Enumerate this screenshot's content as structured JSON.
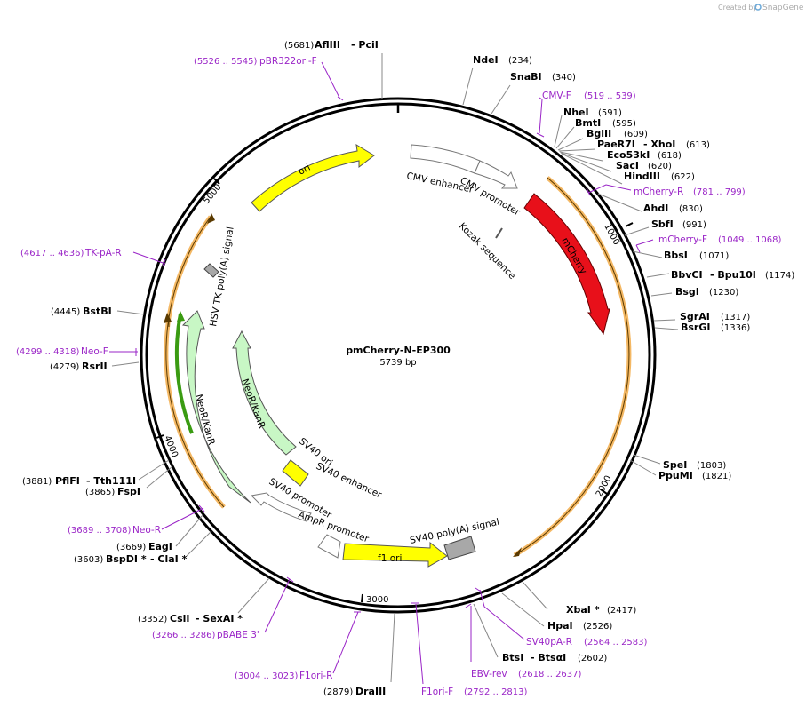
{
  "credit": {
    "created_by": "Created by",
    "brand": "SnapGene"
  },
  "plasmid": {
    "name": "pmCherry-N-EP300",
    "size": "5739 bp"
  },
  "ticks": [
    "1000",
    "2000",
    "3000",
    "4000",
    "5000"
  ],
  "features": {
    "ori": "ori",
    "cmv_enhancer": "CMV enhancer",
    "cmv_promoter": "CMV promoter",
    "kozak": "Kozak sequence",
    "mcherry": "mCherry",
    "hsv_polya": "HSV TK poly(A) signal",
    "neor_outer": "NeoR/KanR",
    "neor_inner": "NeoR/KanR",
    "sv40_ori": "SV40 ori",
    "sv40_enhancer": "SV40 enhancer",
    "sv40_promoter": "SV40 promoter",
    "ampr_promoter": "AmpR promoter",
    "f1_ori": "f1 ori",
    "sv40_polya": "SV40 poly(A) signal"
  },
  "sites": {
    "afliii": {
      "pos": "(5681)",
      "name": "AflIII",
      "name2": "- PciI"
    },
    "ndei": {
      "name": "NdeI",
      "pos": "(234)"
    },
    "snabi": {
      "name": "SnaBI",
      "pos": "(340)"
    },
    "nhei": {
      "name": "NheI",
      "pos": "(591)"
    },
    "bmti": {
      "name": "BmtI",
      "pos": "(595)"
    },
    "bglii": {
      "name": "BglII",
      "pos": "(609)"
    },
    "paer7i": {
      "name": "PaeR7I",
      "name2": "- XhoI",
      "pos": "(613)"
    },
    "eco53ki": {
      "name": "Eco53kI",
      "pos": "(618)"
    },
    "saci": {
      "name": "SacI",
      "pos": "(620)"
    },
    "hindiii": {
      "name": "HindIII",
      "pos": "(622)"
    },
    "ahdi": {
      "name": "AhdI",
      "pos": "(830)"
    },
    "sbfi": {
      "name": "SbfI",
      "pos": "(991)"
    },
    "bbsi": {
      "name": "BbsI",
      "pos": "(1071)"
    },
    "bbvci": {
      "name": "BbvCI",
      "name2": "- Bpu10I",
      "pos": "(1174)"
    },
    "bsgi": {
      "name": "BsgI",
      "pos": "(1230)"
    },
    "sgrai": {
      "name": "SgrAI",
      "pos": "(1317)"
    },
    "bsrgi": {
      "name": "BsrGI",
      "pos": "(1336)"
    },
    "spei": {
      "name": "SpeI",
      "pos": "(1803)"
    },
    "ppumi": {
      "name": "PpuMI",
      "pos": "(1821)"
    },
    "xbai": {
      "name": "XbaI *",
      "pos": "(2417)"
    },
    "hpai": {
      "name": "HpaI",
      "pos": "(2526)"
    },
    "btsi": {
      "name": "BtsI",
      "name2": "- BtsαI",
      "pos": "(2602)"
    },
    "draiii": {
      "pos": "(2879)",
      "name": "DraIII"
    },
    "csii": {
      "pos": "(3352)",
      "name": "CsiI",
      "name2": "- SexAI *"
    },
    "bspdi": {
      "pos": "(3603)",
      "name": "BspDI *",
      "name2": "- ClaI *"
    },
    "eagi": {
      "pos": "(3669)",
      "name": "EagI"
    },
    "fspi": {
      "pos": "(3865)",
      "name": "FspI"
    },
    "pflfi": {
      "pos": "(3881)",
      "name": "PflFI",
      "name2": "- Tth111I"
    },
    "rsrii": {
      "pos": "(4279)",
      "name": "RsrII"
    },
    "bstbi": {
      "pos": "(4445)",
      "name": "BstBI"
    }
  },
  "primers": {
    "pbr322ori_f": {
      "pos": "(5526 .. 5545)",
      "name": "pBR322ori-F"
    },
    "cmv_f": {
      "name": "CMV-F",
      "pos": "(519 .. 539)"
    },
    "mcherry_r": {
      "name": "mCherry-R",
      "pos": "(781 .. 799)"
    },
    "mcherry_f": {
      "name": "mCherry-F",
      "pos": "(1049 .. 1068)"
    },
    "sv40pa_r": {
      "name": "SV40pA-R",
      "pos": "(2564 .. 2583)"
    },
    "ebv_rev": {
      "name": "EBV-rev",
      "pos": "(2618 .. 2637)"
    },
    "f1ori_f": {
      "name": "F1ori-F",
      "pos": "(2792 .. 2813)"
    },
    "f1ori_r": {
      "pos": "(3004 .. 3023)",
      "name": "F1ori-R"
    },
    "pbabe3": {
      "pos": "(3266 .. 3286)",
      "name": "pBABE 3'"
    },
    "neo_r": {
      "pos": "(3689 .. 3708)",
      "name": "Neo-R"
    },
    "neo_f": {
      "pos": "(4299 .. 4318)",
      "name": "Neo-F"
    },
    "tkpa_r": {
      "pos": "(4617 .. 4636)",
      "name": "TK-pA-R"
    }
  },
  "colors": {
    "mcherry": "#e8101a",
    "ori": "#ffff00",
    "neor": "#c8f7c5",
    "neor_dark": "#3a9b12",
    "orf_orange": "#f0a030",
    "promoter": "#ffffff",
    "polya": "#a8a8a8",
    "primer": "#9a25c7"
  }
}
